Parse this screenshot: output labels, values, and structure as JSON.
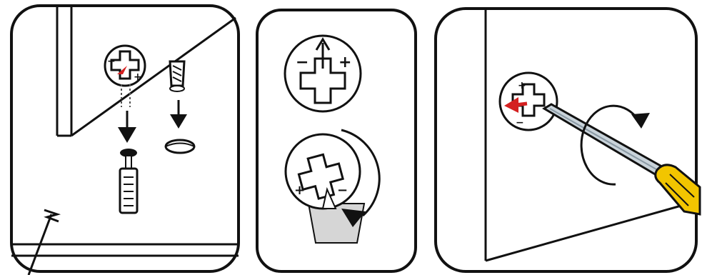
{
  "panels": [
    {
      "id": "step-1",
      "signs": {
        "minus": "−",
        "plus": "+"
      }
    },
    {
      "id": "step-2",
      "cam_top_signs": {
        "minus": "−",
        "plus": "+"
      },
      "cam_bottom_signs": {
        "plus": "+",
        "minus": "−"
      }
    },
    {
      "id": "step-3",
      "signs": {
        "plus": "+",
        "minus": "−"
      }
    }
  ],
  "colors": {
    "outline": "#1a1a1a",
    "indicator_red": "#d42020",
    "screwdriver_handle": "#f2c500",
    "screwdriver_shaft": "#c9d3da",
    "wedge_gray": "#d6d6d6"
  },
  "icons": [
    "cam-lock-icon",
    "cam-bolt-icon",
    "dowel-icon",
    "cover-cap-icon",
    "screwdriver-icon",
    "rotate-arrow-icon",
    "down-arrow-icon"
  ]
}
